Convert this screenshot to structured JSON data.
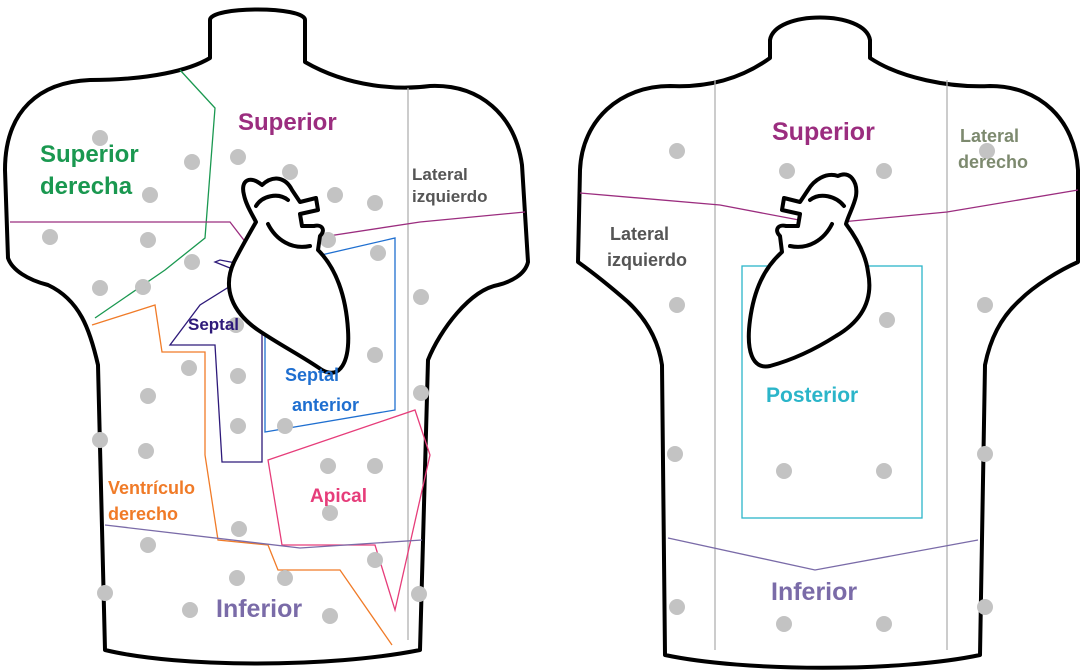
{
  "colors": {
    "superior": "#9b2d7f",
    "superior_derecha": "#1a9850",
    "lateral": "#555555",
    "septal": "#2e1a7a",
    "septal_anterior": "#1f6fd0",
    "ventriculo_derecho": "#f07b28",
    "apical": "#e63d7a",
    "inferior": "#7a6ba8",
    "posterior": "#2bb5c9",
    "lateral_derecho": "#7d8a6f"
  },
  "front": {
    "superior": "Superior",
    "superior_derecha": [
      "Superior",
      "derecha"
    ],
    "lateral_izquierdo": [
      "Lateral",
      "izquierdo"
    ],
    "septal": "Septal",
    "septal_anterior": [
      "Septal",
      "anterior"
    ],
    "ventriculo_derecho": [
      "Ventrículo",
      "derecho"
    ],
    "apical": "Apical",
    "inferior": "Inferior"
  },
  "back": {
    "superior": "Superior",
    "lateral_derecho": [
      "Lateral",
      "derecho"
    ],
    "lateral_izquierdo": [
      "Lateral",
      "izquierdo"
    ],
    "posterior": "Posterior",
    "inferior": "Inferior"
  }
}
